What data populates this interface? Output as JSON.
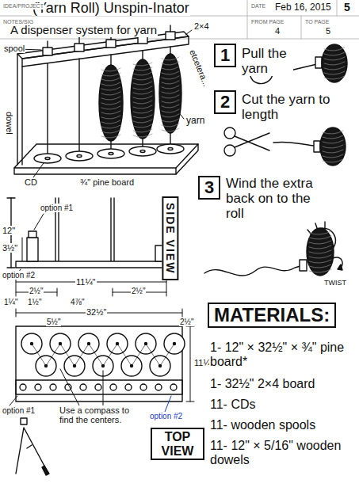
{
  "diagram": {
    "title": "(Yarn Roll) Unspin-Inator",
    "nodes": [
      {
        "text": [
          "1"
        ]
      },
      {
        "text": [
          "2"
        ]
      },
      {
        "text": [
          "3"
        ]
      },
      {
        "text": [
          "SIDE VIEW"
        ]
      },
      {
        "text": [
          "TOP VIEW"
        ]
      },
      {
        "text": [
          "MATERIALS:"
        ]
      }
    ],
    "labels": [
      "IDEA/PROJECT",
      "DATE",
      "Feb 16, 2015",
      "5",
      "NOTES/SIG",
      "FROM PAGE",
      "4",
      "TO PAGE",
      "5",
      "A dispenser system for yarn",
      "spool",
      "2×4",
      "etcetera...",
      "yarn",
      "dowel",
      "CD",
      "¾\" pine board",
      "Pull the yarn",
      "Cut the yarn to length",
      "Wind the extra back on to the roll",
      "TWIST",
      "12\"",
      "option #1",
      "3½\"",
      "11¼\"",
      "option #2",
      "2½\"",
      "2½\"",
      "1¼\"",
      "1½\"",
      "4⅞\"",
      "32½\"",
      "5½\"",
      "2½\"",
      "11¼\"",
      "option #1",
      "option #2",
      "Use a compass to find the centers.",
      "1- 12\" × 32½\" × ¾\" pine board*",
      "1- 32½\" 2×4 board",
      "11- CDs",
      "11- wooden spools",
      "11- 12\" × 5/16\" wooden dowels"
    ]
  }
}
